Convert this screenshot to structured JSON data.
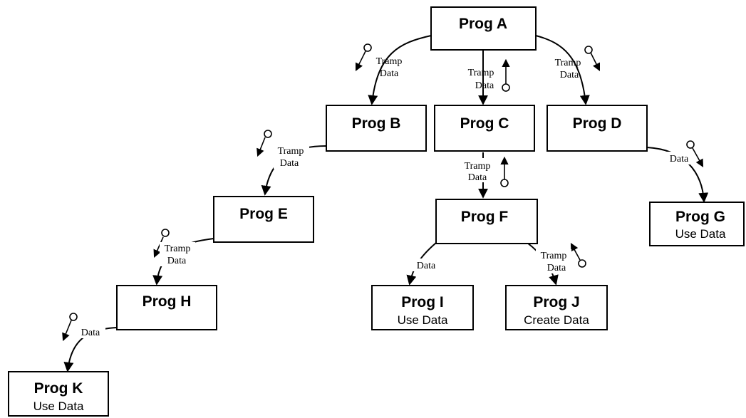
{
  "nodes": {
    "A": {
      "title": "Prog A",
      "sub": ""
    },
    "B": {
      "title": "Prog B",
      "sub": ""
    },
    "C": {
      "title": "Prog C",
      "sub": ""
    },
    "D": {
      "title": "Prog D",
      "sub": ""
    },
    "E": {
      "title": "Prog E",
      "sub": ""
    },
    "F": {
      "title": "Prog F",
      "sub": ""
    },
    "G": {
      "title": "Prog G",
      "sub": "Use Data"
    },
    "H": {
      "title": "Prog H",
      "sub": ""
    },
    "I": {
      "title": "Prog I",
      "sub": "Use Data"
    },
    "J": {
      "title": "Prog J",
      "sub": "Create Data"
    },
    "K": {
      "title": "Prog K",
      "sub": "Use Data"
    }
  },
  "connections": [
    {
      "id": "A-B",
      "from": "A",
      "to": "B",
      "label": [
        "Tramp",
        "Data"
      ],
      "couple_direction": "down"
    },
    {
      "id": "A-C",
      "from": "A",
      "to": "C",
      "label": [
        "Tramp",
        "Data"
      ],
      "couple_direction": "up"
    },
    {
      "id": "A-D",
      "from": "A",
      "to": "D",
      "label": [
        "Tramp",
        "Data"
      ],
      "couple_direction": "down"
    },
    {
      "id": "B-E",
      "from": "B",
      "to": "E",
      "label": [
        "Tramp",
        "Data"
      ],
      "couple_direction": "down"
    },
    {
      "id": "C-F",
      "from": "C",
      "to": "F",
      "label": [
        "Tramp",
        "Data"
      ],
      "couple_direction": "up"
    },
    {
      "id": "D-G",
      "from": "D",
      "to": "G",
      "label": [
        "Data"
      ],
      "couple_direction": "down"
    },
    {
      "id": "E-H",
      "from": "E",
      "to": "H",
      "label": [
        "Tramp",
        "Data"
      ],
      "couple_direction": "down"
    },
    {
      "id": "F-I",
      "from": "F",
      "to": "I",
      "label": [
        "Data"
      ],
      "couple_direction": "none"
    },
    {
      "id": "F-J",
      "from": "F",
      "to": "J",
      "label": [
        "Tramp",
        "Data"
      ],
      "couple_direction": "up"
    },
    {
      "id": "H-K",
      "from": "H",
      "to": "K",
      "label": [
        "Data"
      ],
      "couple_direction": "down"
    }
  ]
}
